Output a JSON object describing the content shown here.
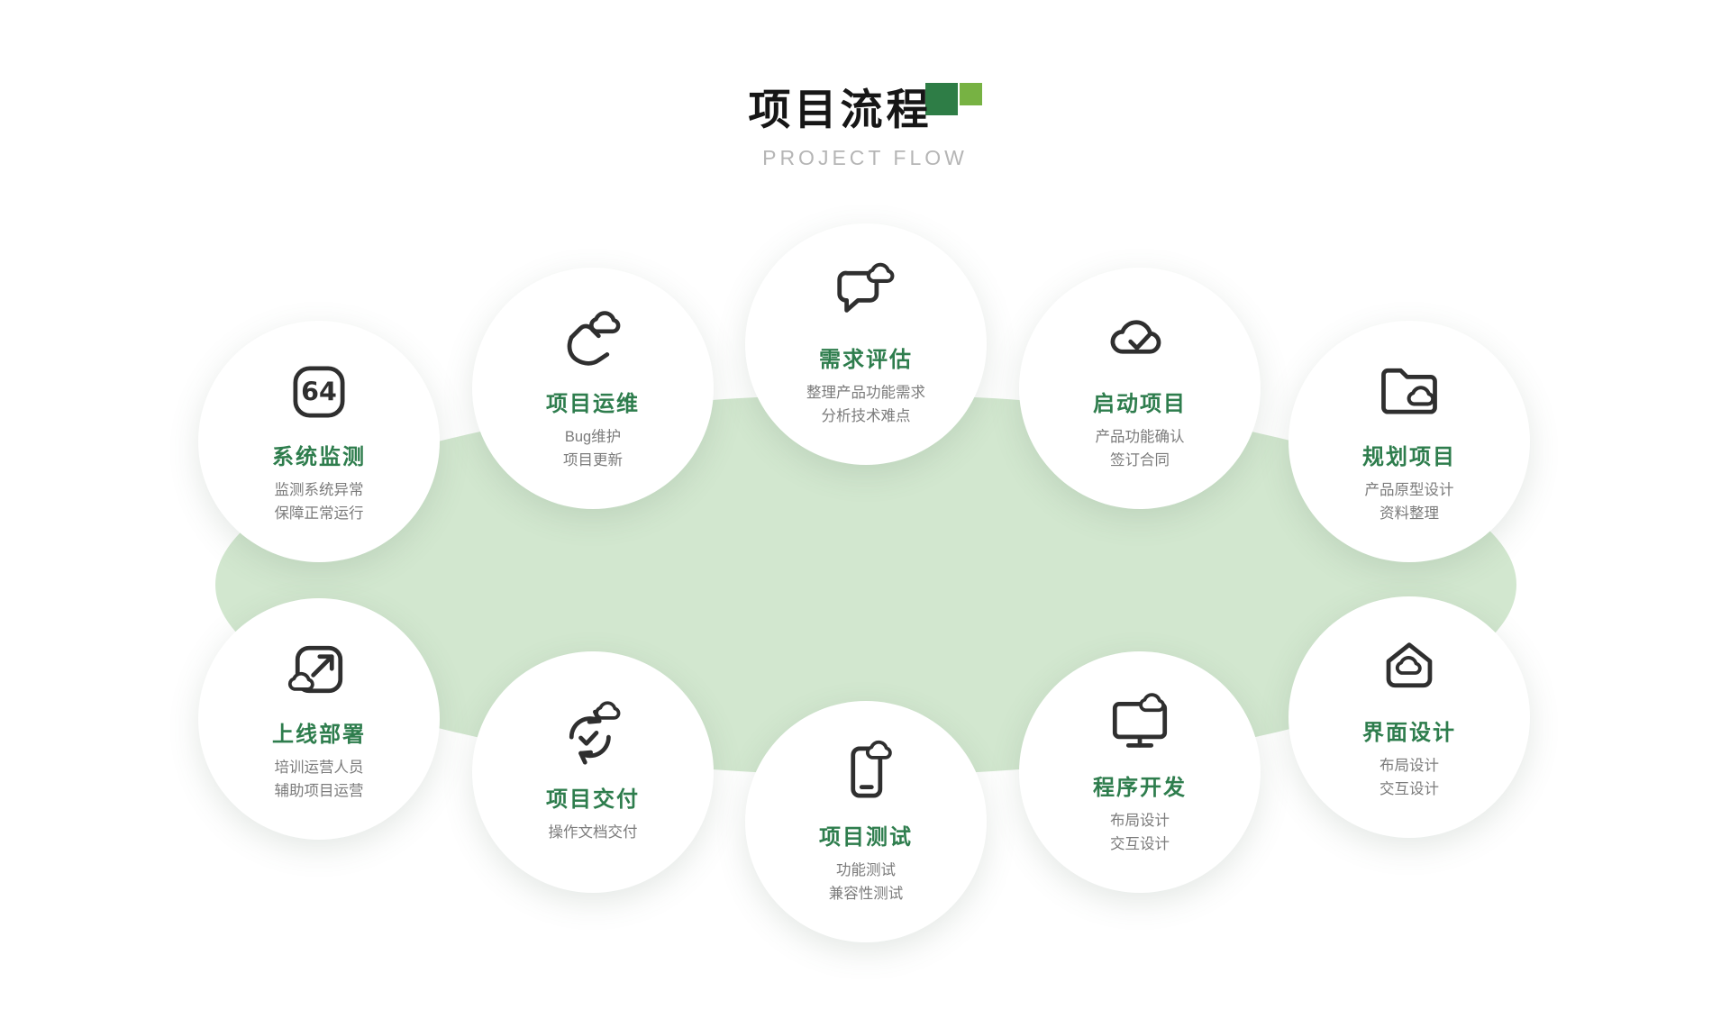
{
  "header": {
    "title": "项目流程",
    "subtitle": "PROJECT FLOW"
  },
  "colors": {
    "accent_green": "#2E7D4D",
    "title_square_dark": "#2E7D46",
    "title_square_light": "#77B243",
    "background_ellipse": "#D2E7CF",
    "icon_stroke": "#2F2F2F",
    "description_gray": "#7B7B7B",
    "subtitle_gray": "#B5B5B5"
  },
  "nodes": [
    {
      "id": "system-monitoring",
      "icon": "number-64-badge-icon",
      "title": "系统监测",
      "desc": [
        "监测系统异常",
        "保障正常运行"
      ]
    },
    {
      "id": "project-operations",
      "icon": "hand-cloud-icon",
      "title": "项目运维",
      "desc": [
        "Bug维护",
        "项目更新"
      ]
    },
    {
      "id": "requirement-evaluation",
      "icon": "chat-cloud-icon",
      "title": "需求评估",
      "desc": [
        "整理产品功能需求",
        "分析技术难点"
      ]
    },
    {
      "id": "project-kickoff",
      "icon": "cloud-check-icon",
      "title": "启动项目",
      "desc": [
        "产品功能确认",
        "签订合同"
      ]
    },
    {
      "id": "project-planning",
      "icon": "folder-cloud-icon",
      "title": "规划项目",
      "desc": [
        "产品原型设计",
        "资料整理"
      ]
    },
    {
      "id": "launch-deployment",
      "icon": "expand-cloud-icon",
      "title": "上线部署",
      "desc": [
        "培训运营人员",
        "辅助项目运营"
      ]
    },
    {
      "id": "project-delivery",
      "icon": "sync-cloud-icon",
      "title": "项目交付",
      "desc": [
        "操作文档交付"
      ]
    },
    {
      "id": "project-testing",
      "icon": "phone-cloud-icon",
      "title": "项目测试",
      "desc": [
        "功能测试",
        "兼容性测试"
      ]
    },
    {
      "id": "program-development",
      "icon": "monitor-cloud-icon",
      "title": "程序开发",
      "desc": [
        "布局设计",
        "交互设计"
      ]
    },
    {
      "id": "ui-design",
      "icon": "home-cloud-icon",
      "title": "界面设计",
      "desc": [
        "布局设计",
        "交互设计"
      ]
    }
  ]
}
